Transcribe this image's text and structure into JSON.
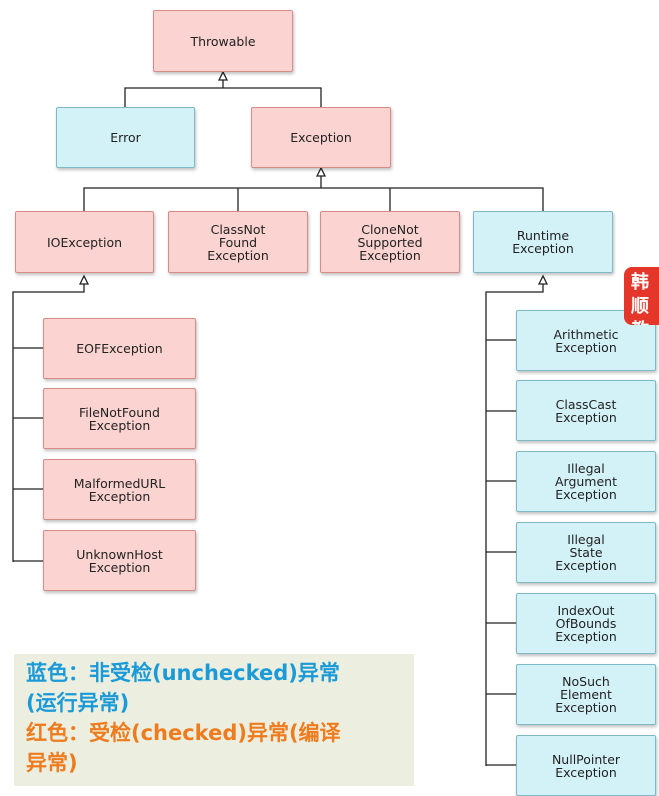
{
  "nodes": {
    "throwable": "Throwable",
    "error": "Error",
    "exception": "Exception",
    "ioexception": "IOException",
    "classnotfound": "ClassNot\nFound\nException",
    "clonenotsupported": "CloneNot\nSupported\nException",
    "runtime": "Runtime\nException",
    "eof": "EOFException",
    "filenotfound": "FileNotFound\nException",
    "malformedurl": "MalformedURL\nException",
    "unknownhost": "UnknownHost\nException",
    "arithmetic": "Arithmetic\nException",
    "classcast": "ClassCast\nException",
    "illegalargument": "Illegal\nArgument\nException",
    "illegalstate": "Illegal\nState\nException",
    "indexout": "IndexOut\nOfBounds\nException",
    "nosuchelement": "NoSuch\nElement\nException",
    "nullpointer": "NullPointer\nException"
  },
  "badge": "韩顺\n教",
  "legend": {
    "line1": "蓝色：非受检(unchecked)异常",
    "line2": "(运行异常)",
    "line3": "红色：受检(checked)异常(编译",
    "line4": "异常)"
  },
  "colors": {
    "checked": "#fbd3d0",
    "unchecked": "#d3f2f8",
    "legend_blue": "#1b9ad8",
    "legend_orange": "#ee7b1d",
    "badge": "#e5362a"
  }
}
